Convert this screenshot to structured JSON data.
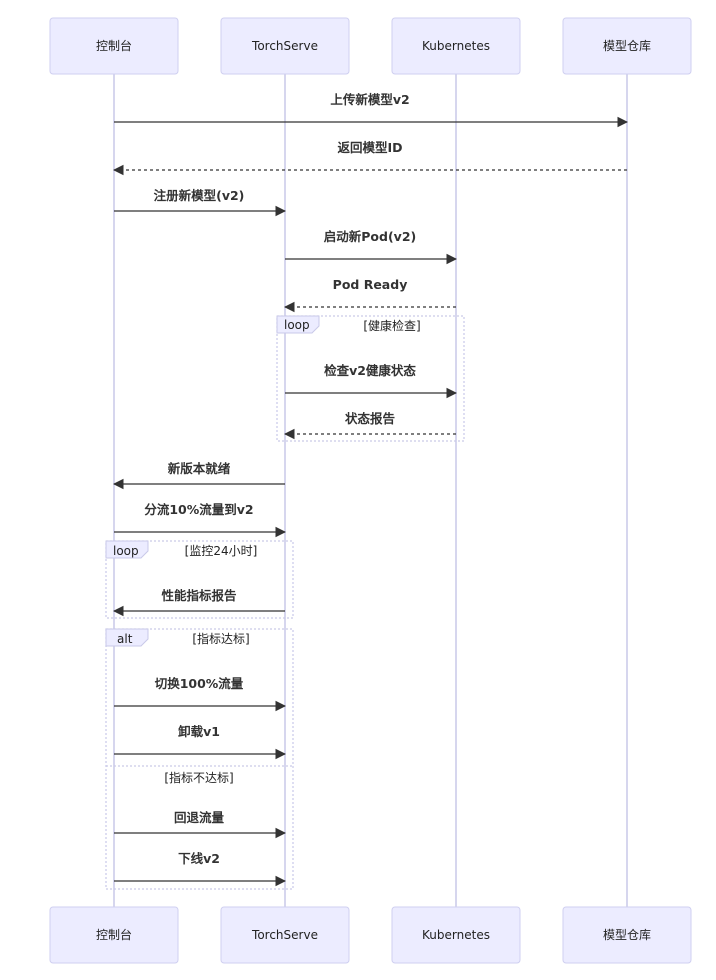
{
  "actors": [
    "控制台",
    "TorchServe",
    "Kubernetes",
    "模型仓库"
  ],
  "messages": [
    {
      "text": "上传新模型v2",
      "from": 0,
      "to": 3,
      "style": "solid"
    },
    {
      "text": "返回模型ID",
      "from": 3,
      "to": 0,
      "style": "dashed"
    },
    {
      "text": "注册新模型(v2)",
      "from": 0,
      "to": 1,
      "style": "solid"
    },
    {
      "text": "启动新Pod(v2)",
      "from": 1,
      "to": 2,
      "style": "solid"
    },
    {
      "text": "Pod Ready",
      "from": 2,
      "to": 1,
      "style": "dashed"
    },
    {
      "text": "检查v2健康状态",
      "from": 1,
      "to": 2,
      "style": "solid"
    },
    {
      "text": "状态报告",
      "from": 2,
      "to": 1,
      "style": "dashed"
    },
    {
      "text": "新版本就绪",
      "from": 1,
      "to": 0,
      "style": "solid"
    },
    {
      "text": "分流10%流量到v2",
      "from": 0,
      "to": 1,
      "style": "solid"
    },
    {
      "text": "性能指标报告",
      "from": 1,
      "to": 0,
      "style": "solid"
    },
    {
      "text": "切换100%流量",
      "from": 0,
      "to": 1,
      "style": "solid"
    },
    {
      "text": "卸载v1",
      "from": 0,
      "to": 1,
      "style": "solid"
    },
    {
      "text": "回退流量",
      "from": 0,
      "to": 1,
      "style": "solid"
    },
    {
      "text": "下线v2",
      "from": 0,
      "to": 1,
      "style": "solid"
    }
  ],
  "frames": [
    {
      "label": "loop",
      "condition": "[健康检查]"
    },
    {
      "label": "loop",
      "condition": "[监控24小时]"
    },
    {
      "label": "alt",
      "condition": "[指标达标]",
      "else_condition": "[指标不达标]"
    }
  ]
}
